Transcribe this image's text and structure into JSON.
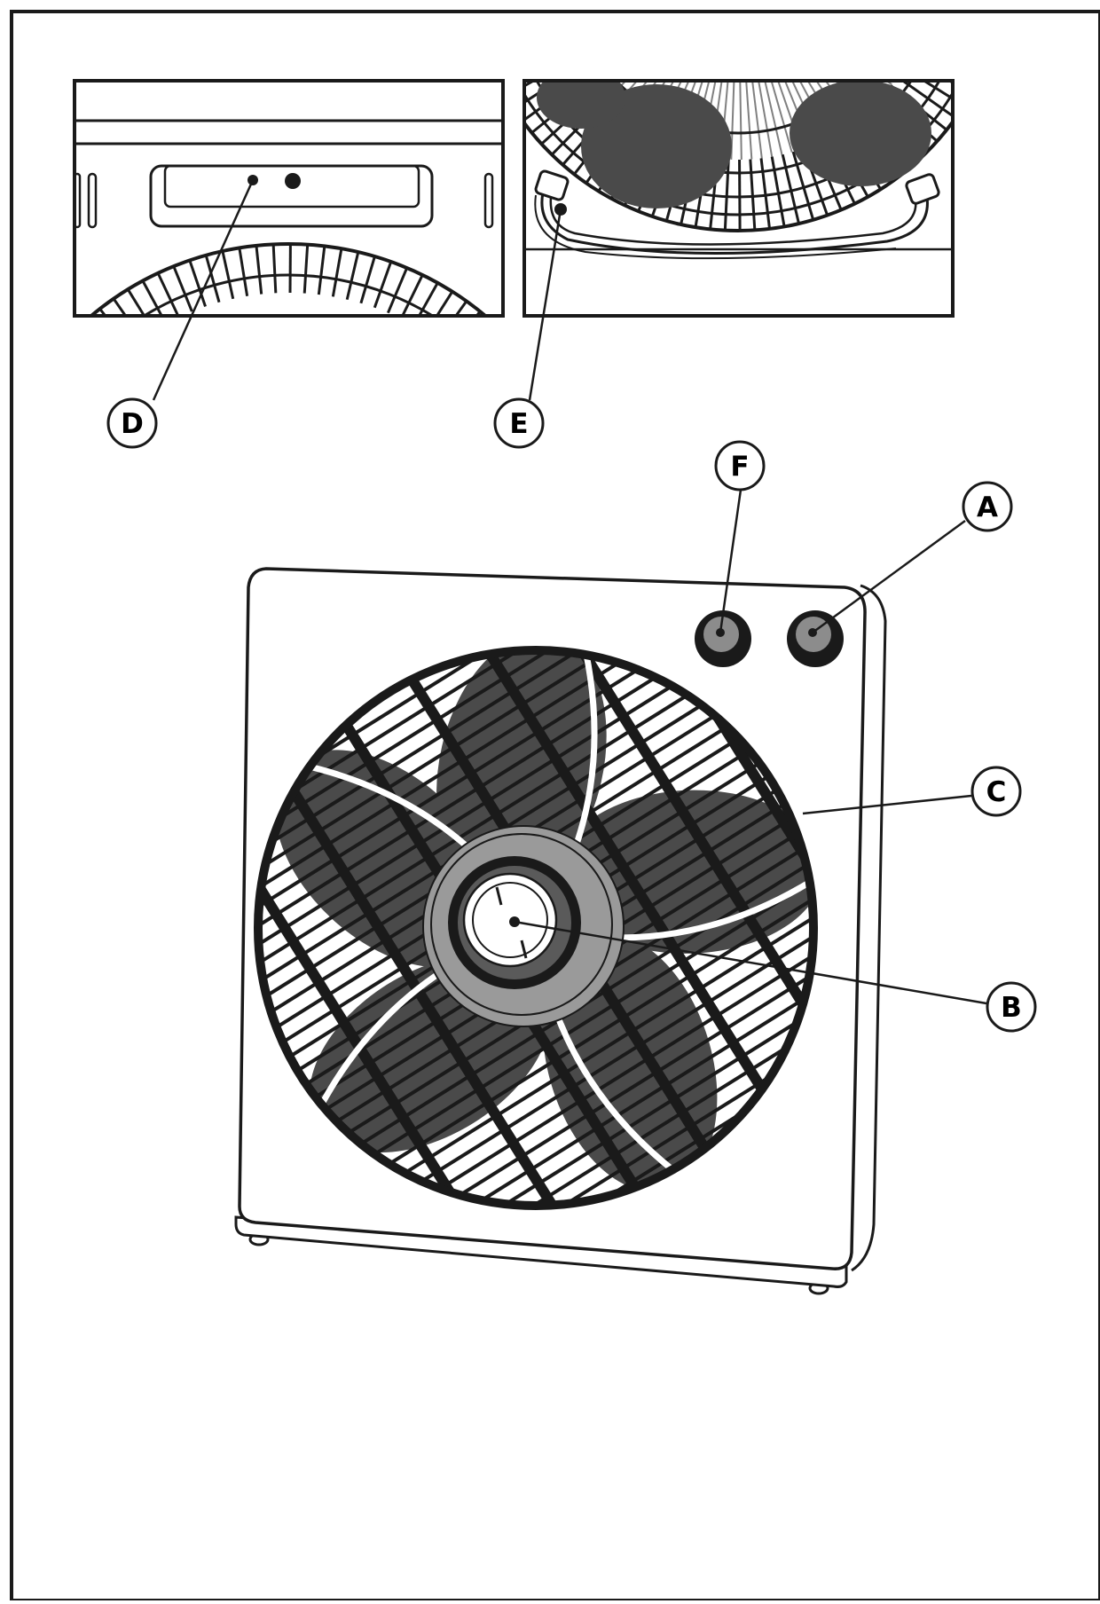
{
  "colors": {
    "ink": "#1a1a1a",
    "blade": "#4a4a4a",
    "hub_ring": "#9a9a9a",
    "knob_cap": "#8c8c8c",
    "paper": "#ffffff"
  },
  "callouts": {
    "A": "A",
    "B": "B",
    "C": "C",
    "D": "D",
    "E": "E",
    "F": "F"
  }
}
